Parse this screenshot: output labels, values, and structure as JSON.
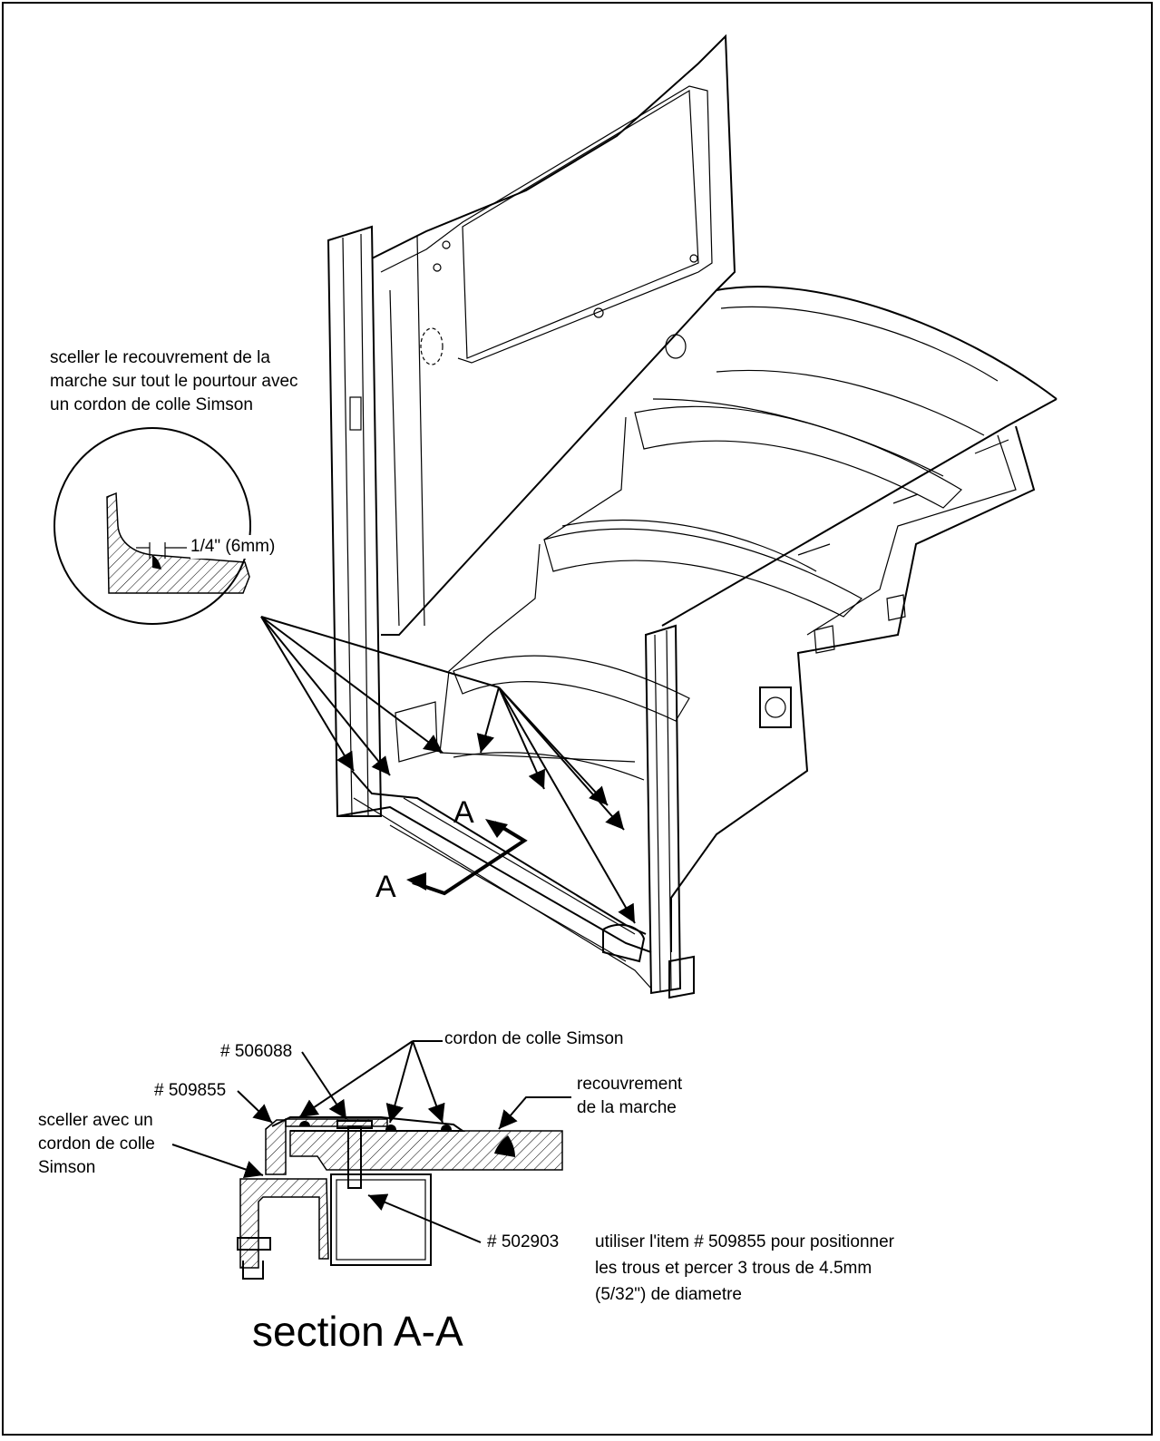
{
  "note_top": {
    "line1": "sceller le recouvrement de la",
    "line2": "marche sur tout le pourtour avec",
    "line3": "un cordon de colle Simson"
  },
  "detail": {
    "dimension": "1/4\" (6mm)"
  },
  "section_markers": {
    "upper": "A",
    "lower": "A"
  },
  "section": {
    "glue_bead": "cordon de colle Simson",
    "part_506088": "# 506088",
    "part_509855": "# 509855",
    "seal_note": {
      "line1": "sceller avec un",
      "line2": "cordon de colle",
      "line3": "Simson"
    },
    "step_cover": {
      "line1": "recouvrement",
      "line2": "de la marche"
    },
    "part_502903": "# 502903",
    "drill_note": {
      "line1": "utiliser l'item # 509855 pour positionner",
      "line2": "les trous et percer 3 trous de 4.5mm",
      "line3": "(5/32\") de diametre"
    },
    "title": "section A-A"
  }
}
